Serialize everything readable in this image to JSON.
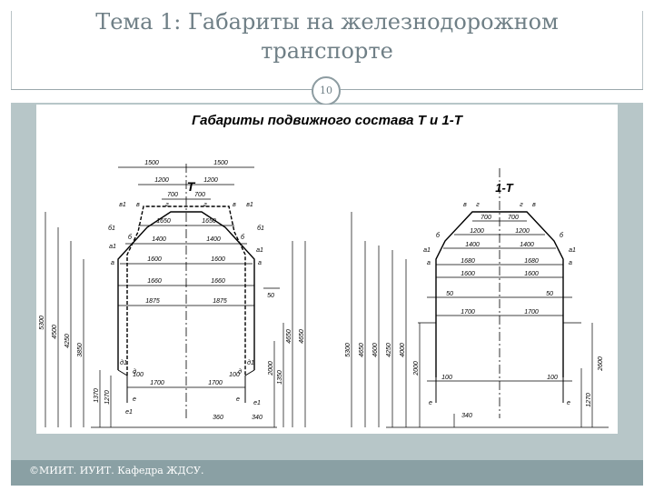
{
  "slide": {
    "title_line1": "Тема 1: Габариты на железнодорожном",
    "title_line2": "транспорте",
    "page_number": "10",
    "footer": "©МИИТ. ИУИТ. Кафедра ЖДСУ."
  },
  "diagram": {
    "heading": "Габариты подвижного состава Т и 1-Т",
    "left_label": "Т",
    "right_label": "1-Т",
    "left": {
      "widths_top": [
        "1500",
        "1500",
        "1200",
        "1200",
        "700",
        "700"
      ],
      "widths_mid": [
        "1650",
        "1650",
        "1400",
        "1400",
        "1600",
        "1600",
        "1660",
        "1660",
        "1875",
        "1875"
      ],
      "widths_low": [
        "1700",
        "1700",
        "100",
        "100",
        "360",
        "340"
      ],
      "heights_left": [
        "5300",
        "4500",
        "4250",
        "3850",
        "1370",
        "1270"
      ],
      "heights_right": [
        "4650",
        "4650",
        "1350",
        "2000"
      ],
      "offset": "50",
      "points": [
        "в1",
        "в",
        "г",
        "г",
        "в",
        "в1",
        "б1",
        "б",
        "б",
        "б1",
        "а1",
        "а",
        "а",
        "а1",
        "д1",
        "д",
        "д",
        "д1",
        "е",
        "е",
        "е1",
        "е1"
      ]
    },
    "right": {
      "widths_top": [
        "700",
        "700",
        "1200",
        "1200",
        "1400",
        "1400",
        "1680",
        "1680",
        "1600",
        "1600",
        "50",
        "50",
        "1700",
        "1700",
        "100",
        "100",
        "340"
      ],
      "heights_left": [
        "5300",
        "4650",
        "4600",
        "4250",
        "4000",
        "2000"
      ],
      "heights_right": [
        "2600",
        "1270"
      ],
      "points": [
        "в",
        "г",
        "г",
        "в",
        "б",
        "б",
        "а1",
        "а1",
        "а",
        "а",
        "е",
        "е"
      ]
    }
  }
}
